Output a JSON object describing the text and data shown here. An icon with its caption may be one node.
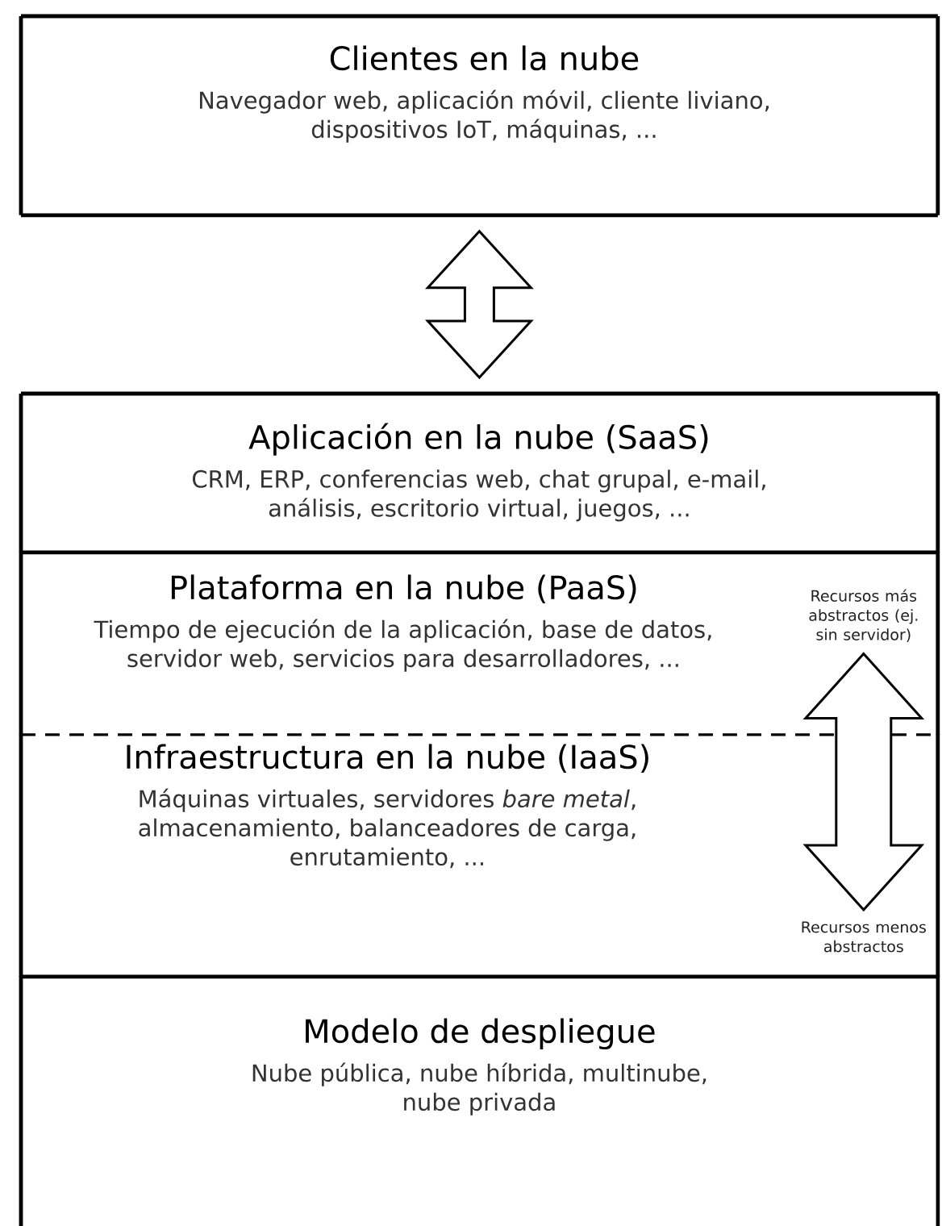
{
  "diagram": {
    "nodes": [
      {
        "text": [
          "Clientes en la nube",
          "Navegador web, aplicación móvil, cliente liviano, dispositivos IoT, máquinas, ..."
        ]
      },
      {
        "text": [
          "Aplicación en la nube (SaaS)",
          "CRM, ERP, conferencias web, chat grupal, e-mail, análisis, escritorio virtual, juegos, ..."
        ]
      },
      {
        "text": [
          "Plataforma en la nube (PaaS)",
          "Tiempo de ejecución de la aplicación, base de datos, servidor web, servicios para desarrolladores, ..."
        ]
      },
      {
        "text": [
          "Infraestructura en la nube (IaaS)",
          "Máquinas virtuales, servidores *bare metal*, almacenamiento, balanceadores de carga, enrutamiento, ..."
        ]
      },
      {
        "text": [
          "Modelo de despliegue",
          "Nube pública, nube híbrida, multinube, nube privada"
        ]
      },
      {
        "text": [
          "Recursos más abstractos (ej. sin servidor)"
        ],
        "in": 2
      },
      {
        "text": [
          "Recursos menos abstractos"
        ],
        "in": 3
      }
    ],
    "edges": [
      {
        "from": 0,
        "to": 1,
        "arrow": "both"
      },
      {
        "from": 5,
        "to": 6,
        "arrow": "both"
      }
    ]
  }
}
